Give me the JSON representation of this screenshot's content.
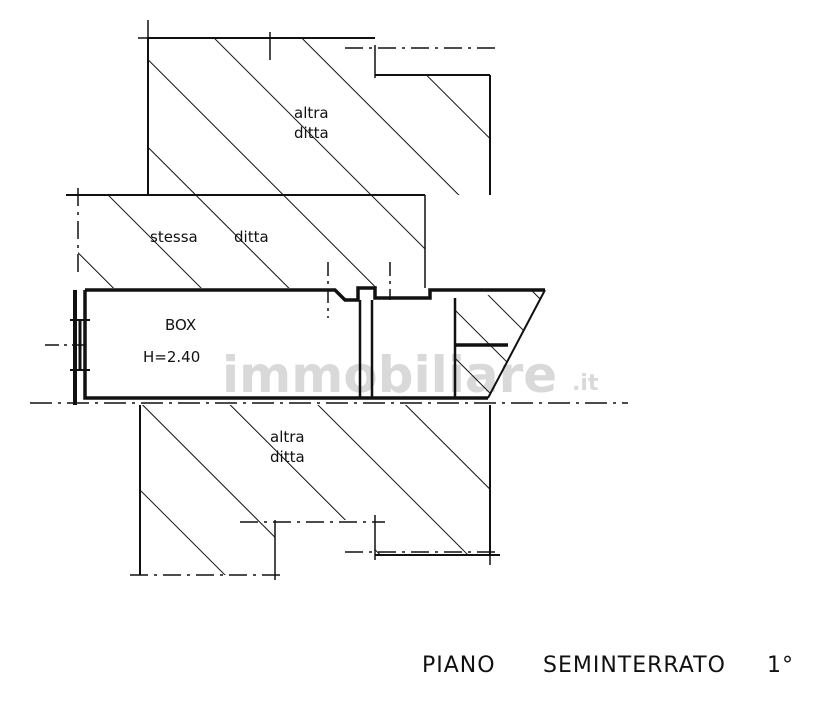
{
  "labels": {
    "top_area_line1": "altra",
    "top_area_line2": "ditta",
    "middle_area_word1": "stessa",
    "middle_area_word2": "ditta",
    "box_name": "BOX",
    "box_height": "H=2.40",
    "bottom_area_line1": "altra",
    "bottom_area_line2": "ditta",
    "title_word1": "PIANO",
    "title_word2": "SEMINTERRATO",
    "title_word3": "1°"
  },
  "watermark": {
    "main": "immobiliare",
    "suffix": ".it"
  },
  "colors": {
    "ink": "#111111",
    "watermark": "#d9d9d9",
    "background": "#ffffff"
  }
}
